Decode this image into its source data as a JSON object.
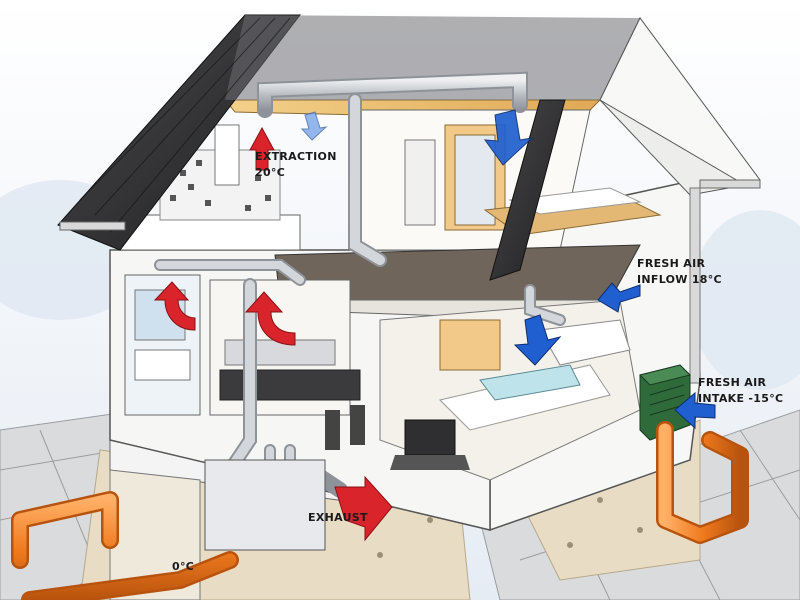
{
  "labels": {
    "extraction": {
      "line1": "EXTRACTION",
      "line2": "20°C"
    },
    "fresh_air_inflow": {
      "line1": "FRESH AIR",
      "line2": "INFLOW 18°C"
    },
    "fresh_air_intake": {
      "line1": "FRESH AIR",
      "line2": "INTAKE -15°C"
    },
    "exhaust": "EXHAUST",
    "ground_temp": "0°C"
  },
  "colors": {
    "warm_arrow": "#d8242a",
    "cool_arrow": "#1f5fd0",
    "duct": "#c9ccd0",
    "ground_pipe": "#f07a1e",
    "roof": "#2c2c2e",
    "heat_exchanger": "#2f6a3a"
  }
}
